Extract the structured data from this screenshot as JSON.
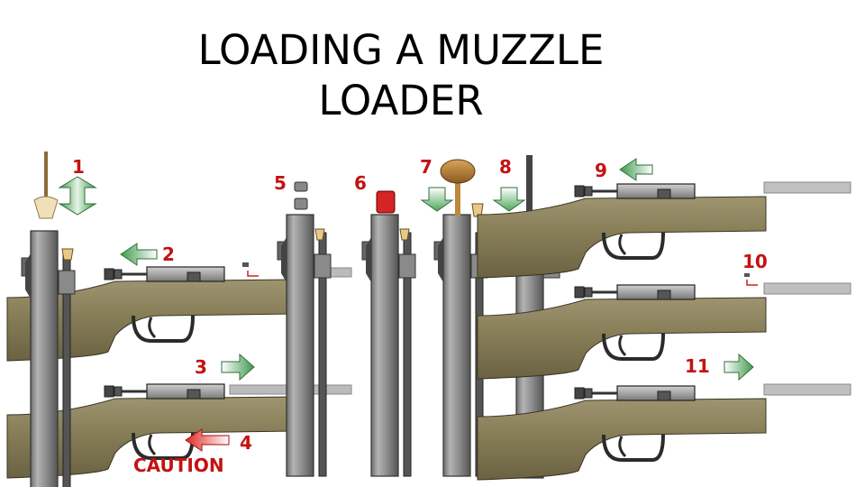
{
  "title": {
    "line1": "LOADING A MUZZLE",
    "line2": "LOADER"
  },
  "steps": [
    {
      "number": "1",
      "icon": "up-down-arrow-icon"
    },
    {
      "number": "2",
      "icon": "left-arrow-icon"
    },
    {
      "number": "3",
      "icon": "right-arrow-icon"
    },
    {
      "number": "4",
      "icon": "left-arrow-icon",
      "warning": "CAUTION"
    },
    {
      "number": "5",
      "icon": "powder-pellets-icon"
    },
    {
      "number": "6",
      "icon": "bullet-icon"
    },
    {
      "number": "7",
      "icon": "down-arrow-icon"
    },
    {
      "number": "8",
      "icon": "down-arrow-icon"
    },
    {
      "number": "9",
      "icon": "left-arrow-icon"
    },
    {
      "number": "10",
      "icon": "primer-icon"
    },
    {
      "number": "11",
      "icon": "right-arrow-icon"
    }
  ],
  "colors": {
    "step_number": "#c41212",
    "arrow_green": "#5fb46a",
    "stock": "#8a8159",
    "barrel": "#8c8c8c",
    "caution": "#c41212"
  }
}
